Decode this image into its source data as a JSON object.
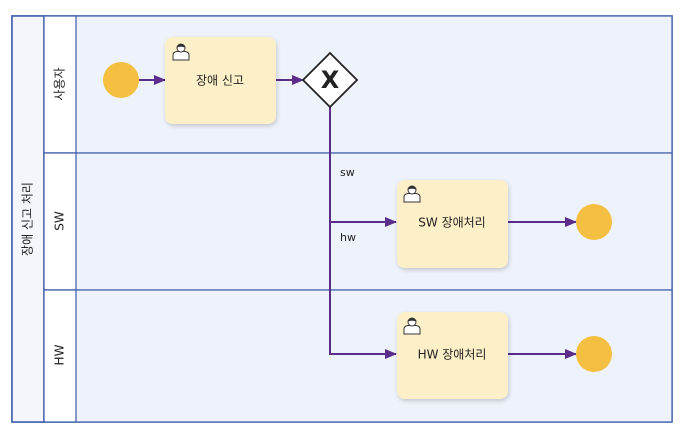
{
  "pool": {
    "label": "장애 신고 처리"
  },
  "lanes": [
    {
      "label": "사용자"
    },
    {
      "label": "SW"
    },
    {
      "label": "HW"
    }
  ],
  "tasks": [
    {
      "label": "장애 신고",
      "icon": "user-icon"
    },
    {
      "label": "SW 장애처리",
      "icon": "user-icon"
    },
    {
      "label": "HW 장애처리",
      "icon": "user-icon"
    }
  ],
  "gateway": {
    "type": "exclusive",
    "symbol": "X"
  },
  "flows": [
    {
      "label": "sw"
    },
    {
      "label": "hw"
    }
  ],
  "colors": {
    "pool_border": "#3b5ba9",
    "lane_fill": "#eef2fa",
    "task_fill": "#fdf0c8",
    "event_fill": "#f5bf42",
    "flow_line": "#5b2c8a"
  }
}
